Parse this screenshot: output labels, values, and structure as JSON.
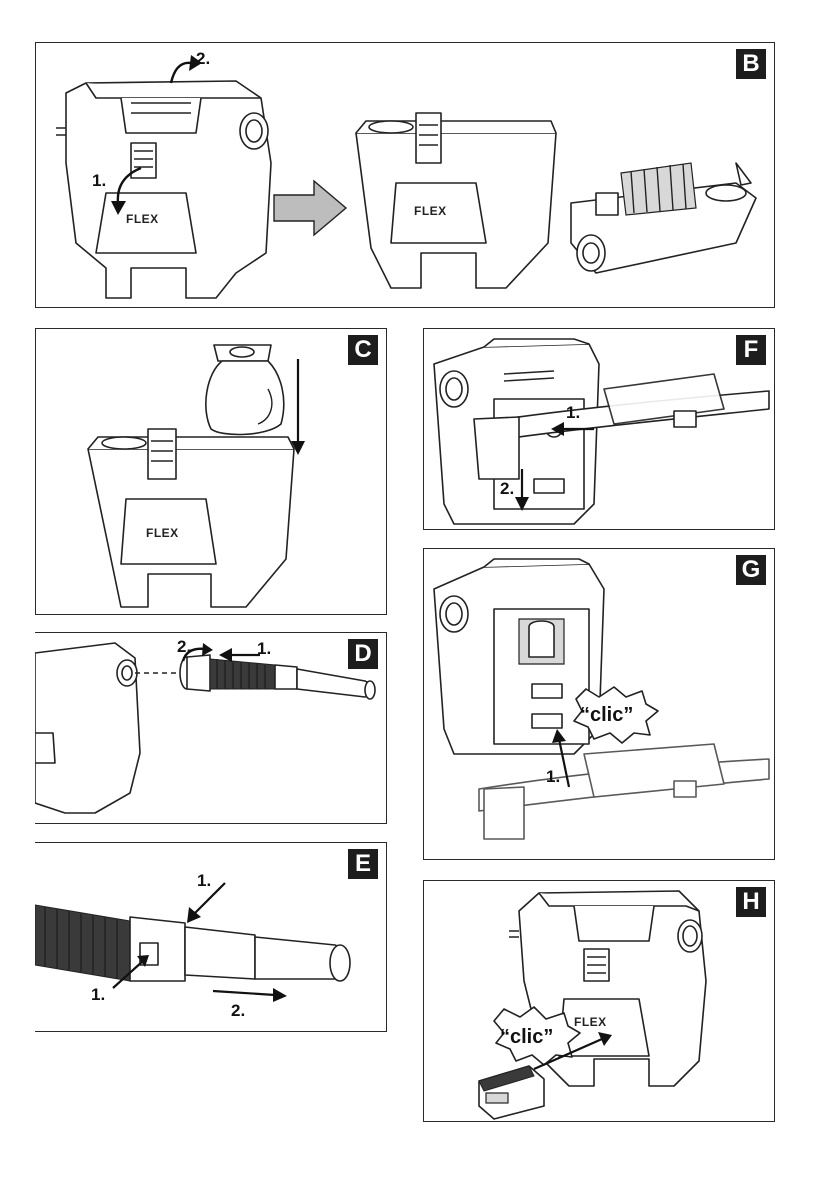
{
  "panels": {
    "B": {
      "label": "B",
      "step1": "1.",
      "step2": "2.",
      "brand": "FLEX"
    },
    "C": {
      "label": "C",
      "brand": "FLEX"
    },
    "D": {
      "label": "D",
      "step1": "1.",
      "step2": "2."
    },
    "E": {
      "label": "E",
      "step1a": "1.",
      "step1b": "1.",
      "step2": "2."
    },
    "F": {
      "label": "F",
      "step1": "1.",
      "step2": "2."
    },
    "G": {
      "label": "G",
      "step1": "1.",
      "sound": "“clic”"
    },
    "H": {
      "label": "H",
      "sound": "“clic”",
      "brand": "FLEX"
    }
  },
  "colors": {
    "badge_bg": "#1d1d1d",
    "line": "#222222",
    "arrow_fill": "#bdbdbd"
  }
}
